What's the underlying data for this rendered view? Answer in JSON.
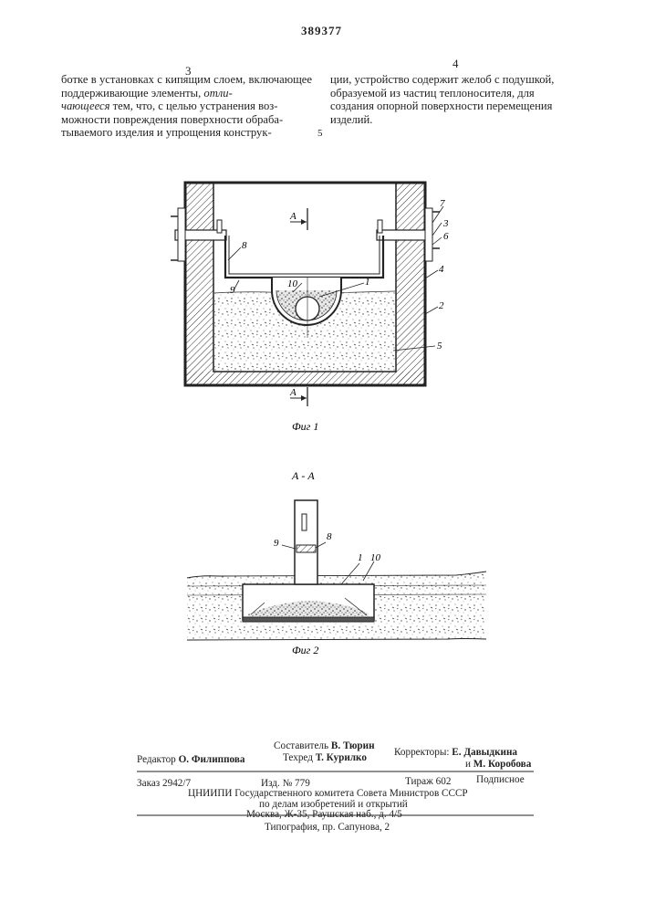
{
  "patent_number": "389377",
  "column_left_number": "3",
  "column_right_number": "4",
  "line_marker": "5",
  "left_text": {
    "l1": "ботке в установках с кипящим слоем, включающее поддерживающие элементы,",
    "l1_italic": "отли-",
    "l2_italic": "чающееся",
    "l2": "тем, что, с целью устранения воз-",
    "l3": "можности повреждения поверхности обраба-",
    "l4": "тываемого изделия и упрощения конструк-"
  },
  "right_text": [
    "ции, устройство содержит желоб с подушкой,",
    "образуемой из частиц теплоносителя, для",
    "создания опорной поверхности перемещения",
    "изделий."
  ],
  "figure1": {
    "section_mark": "А",
    "caption": "Фиг 1",
    "labels": [
      "7",
      "3",
      "6",
      "4",
      "2",
      "5",
      "8",
      "9",
      "10",
      "1"
    ]
  },
  "figure2": {
    "title": "А - А",
    "caption": "Фиг 2",
    "labels": [
      "9",
      "8",
      "1",
      "10"
    ]
  },
  "footer": {
    "compiler": "Составитель",
    "compiler_name": "В. Тюрин",
    "editor": "Редактор",
    "editor_name": "О. Филиппова",
    "techred": "Техред",
    "techred_name": "Т. Курилко",
    "correctors": "Корректоры:",
    "corrector1": "Е. Давыдкина",
    "corrector2_prefix": "и",
    "corrector2": "М. Коробова",
    "order": "Заказ 2942/7",
    "izd": "Изд. № 779",
    "tirazh": "Тираж 602",
    "podpisnoe": "Подписное",
    "org1": "ЦНИИПИ Государственного комитета Совета Министров СССР",
    "org2": "по делам изобретений и открытий",
    "address": "Москва, Ж-35, Раушская наб., д. 4/5",
    "printer": "Типография, пр. Сапунова, 2"
  }
}
